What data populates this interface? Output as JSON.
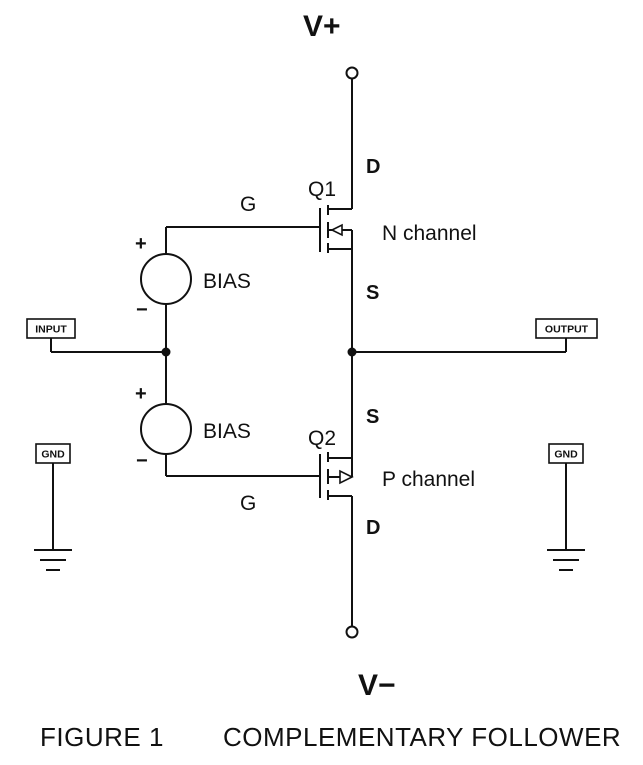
{
  "supply": {
    "positive_label": "V+",
    "negative_label": "V−"
  },
  "q1": {
    "name": "Q1",
    "type_label": "N channel",
    "drain": "D",
    "gate": "G",
    "source": "S"
  },
  "q2": {
    "name": "Q2",
    "type_label": "P channel",
    "drain": "D",
    "gate": "G",
    "source": "S"
  },
  "bias_top": {
    "label": "BIAS",
    "plus": "+",
    "minus": "−"
  },
  "bias_bottom": {
    "label": "BIAS",
    "plus": "+",
    "minus": "−"
  },
  "ports": {
    "input": "INPUT",
    "output": "OUTPUT",
    "gnd_left": "GND",
    "gnd_right": "GND"
  },
  "caption": {
    "figure": "FIGURE 1",
    "title": "COMPLEMENTARY FOLLOWER"
  }
}
